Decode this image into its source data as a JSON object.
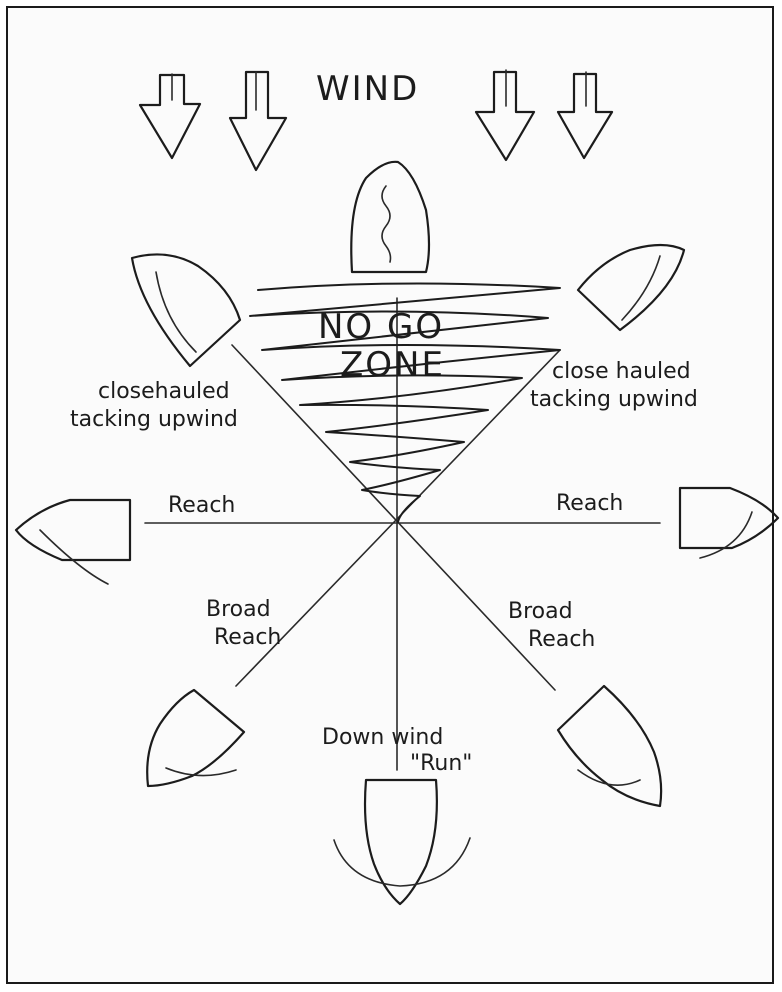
{
  "diagram": {
    "wind_label": "WIND",
    "no_go_line1": "NO GO",
    "no_go_line2": "ZONE",
    "left_upwind_line1": "closehauled",
    "left_upwind_line2": "tacking upwind",
    "right_upwind_line1": "close hauled",
    "right_upwind_line2": "tacking upwind",
    "left_reach": "Reach",
    "right_reach": "Reach",
    "left_broad_line1": "Broad",
    "left_broad_line2": "Reach",
    "right_broad_line1": "Broad",
    "right_broad_line2": "Reach",
    "downwind": "Down wind",
    "run": "\"Run\"",
    "icons": [
      "wind-arrow-icon",
      "boat-icon"
    ]
  }
}
